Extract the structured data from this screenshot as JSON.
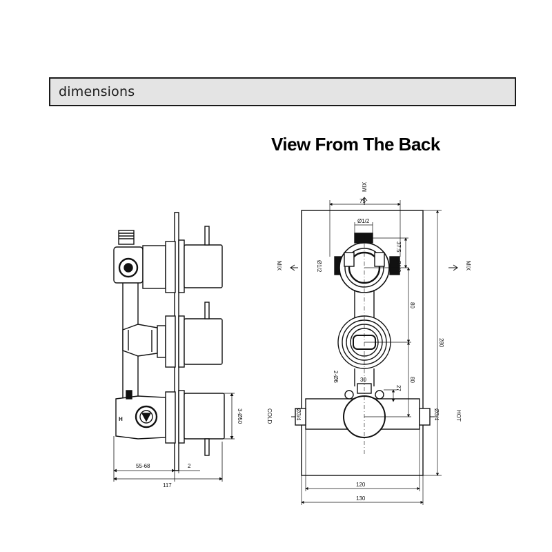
{
  "header": {
    "title": "dimensions"
  },
  "back_view": {
    "title": "View From The Back",
    "labels": {
      "mix_top": "MIX",
      "mix_left": "MIX",
      "mix_right": "MIX",
      "cold": "COLD",
      "hot": "HOT"
    },
    "dims": {
      "d75": "75",
      "g12_top": "Ø1/2",
      "g12_left": "Ø1/2",
      "g12_right": "Ø1/2",
      "d37_5": "37.5",
      "d80_a": "80",
      "d80_b": "80",
      "d280": "280",
      "d30": "30",
      "d26": "2-Ø6",
      "d27": "27",
      "g34_left": "Ø3/4",
      "g34_right": "Ø3/4",
      "d120": "120",
      "d130": "130"
    }
  },
  "side_view": {
    "dims": {
      "d55_68": "55-68",
      "d2": "2",
      "d117": "117",
      "d3_50": "3-Ø50"
    }
  }
}
